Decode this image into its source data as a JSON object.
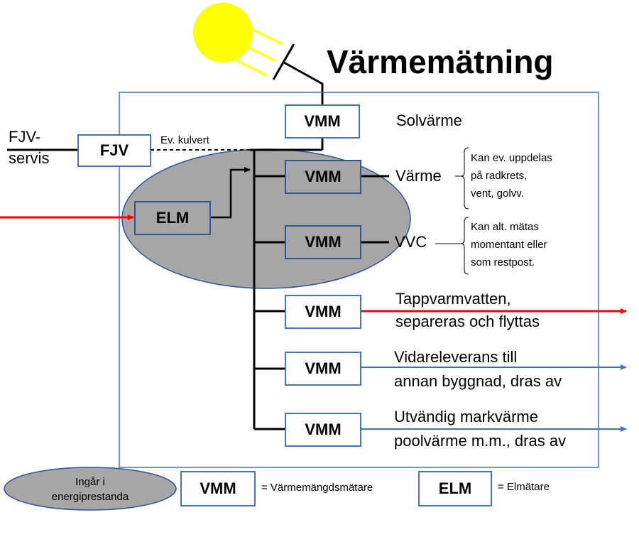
{
  "title": "Värmemätning",
  "solar_label": "Solvärme",
  "fjv": {
    "service_label_line1": "FJV-",
    "service_label_line2": "servis",
    "box_label": "FJV",
    "culvert_label": "Ev. kulvert"
  },
  "elm_box_label": "ELM",
  "meters": {
    "solar": "VMM",
    "heat": "VMM",
    "vvc": "VMM",
    "tap_water": "VMM",
    "forwarding": "VMM",
    "ground_heat": "VMM"
  },
  "outputs": {
    "heat_label": "Värme",
    "heat_note": [
      "Kan ev. uppdelas",
      "på radkrets,",
      "vent, golvv."
    ],
    "vvc_label": "VVC",
    "vvc_note": [
      "Kan alt. mätas",
      "momentant eller",
      "som restpost."
    ],
    "tap_water": [
      "Tappvarmvatten,",
      "separeras och flyttas"
    ],
    "forwarding": [
      "Vidareleverans till",
      "annan byggnad, dras av"
    ],
    "ground_heat": [
      "Utvändig markvärme",
      "poolvärme m.m., dras av"
    ]
  },
  "legend": {
    "ellipse_line1": "Ingår i",
    "ellipse_line2": "energiprestanda",
    "vmm_box": "VMM",
    "vmm_desc": "= Värmemängdsmätare",
    "elm_box": "ELM",
    "elm_desc": "= Elmätare"
  },
  "colors": {
    "sun_fill": "#ffff00",
    "sun_ray": "#ffff33",
    "frame_border": "#4472c4",
    "box_border": "#4472c4",
    "ellipse_fill": "#a6a6a6",
    "ellipse_border": "#2f5597",
    "red_line": "#ff0000",
    "blue_line": "#4472c4",
    "text": "#000000"
  }
}
